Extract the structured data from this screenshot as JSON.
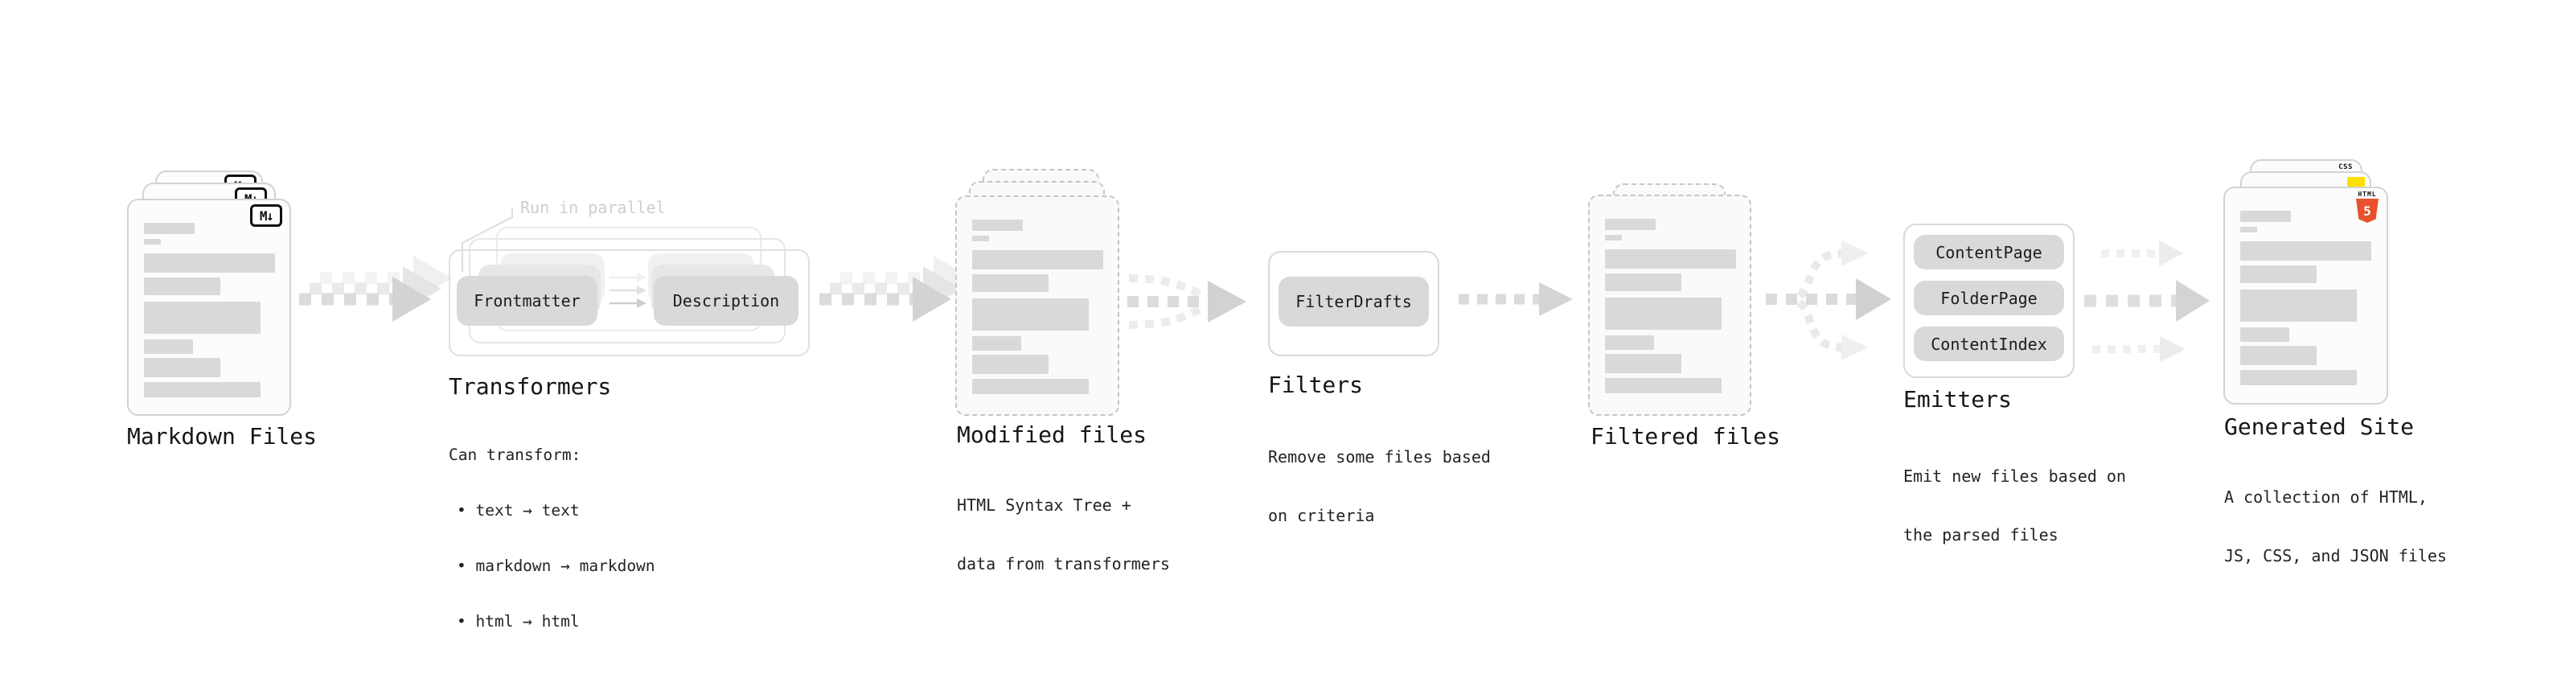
{
  "stages": {
    "markdown_files": {
      "label": "Markdown Files",
      "badge": "M↓"
    },
    "transformers": {
      "title": "Transformers",
      "annotation": "Run in parallel",
      "chip_left": "Frontmatter",
      "chip_right": "Description",
      "subtitle": "Can transform:",
      "bullets": [
        "• text → text",
        "• markdown → markdown",
        "• html → html"
      ]
    },
    "modified_files": {
      "title": "Modified files",
      "subtitle_lines": [
        "HTML Syntax Tree +",
        "data from transformers"
      ]
    },
    "filters": {
      "title": "Filters",
      "chip": "FilterDrafts",
      "subtitle_lines": [
        "Remove some files based",
        "on criteria"
      ]
    },
    "filtered_files": {
      "label": "Filtered files"
    },
    "emitters": {
      "title": "Emitters",
      "chips": [
        "ContentPage",
        "FolderPage",
        "ContentIndex"
      ],
      "subtitle_lines": [
        "Emit new files based on",
        "the parsed files"
      ]
    },
    "generated_site": {
      "label": "Generated Site",
      "subtitle_lines": [
        "A collection of HTML,",
        "JS, CSS, and JSON files"
      ],
      "badge_html_text": "HTML",
      "badge_html_number": "5",
      "badge_css_text": "CSS"
    }
  },
  "colors": {
    "html5_orange": "#e8512c",
    "js_yellow": "#ffdf00",
    "css_blue": "#2b66f6",
    "card_border": "#d3d3d3",
    "bar_gray": "#d9d9d9"
  }
}
